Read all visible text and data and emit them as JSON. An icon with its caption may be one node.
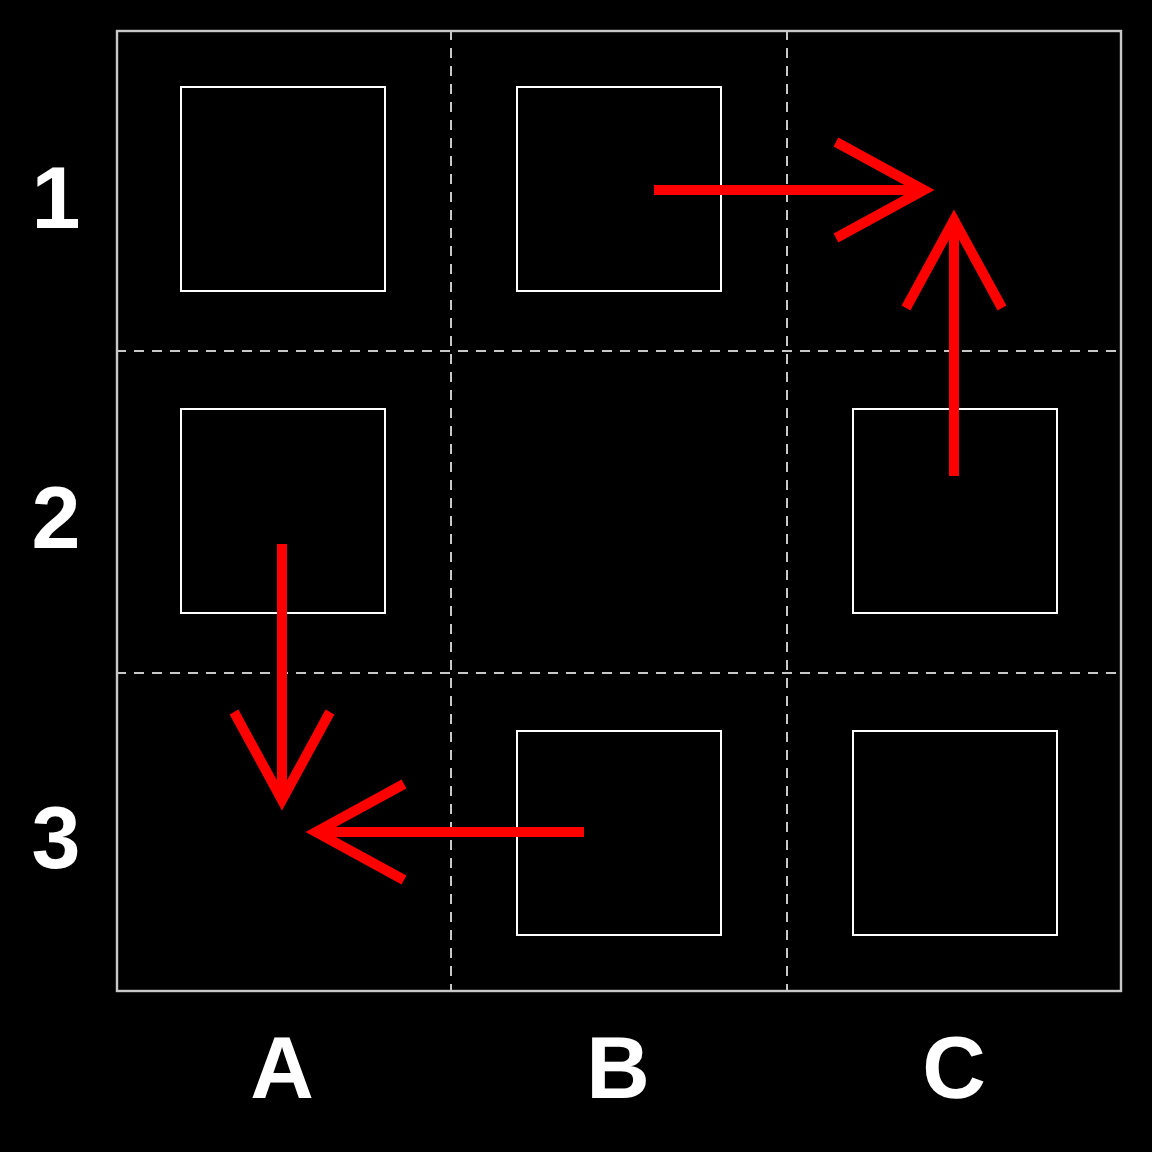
{
  "diagram": {
    "nodes": [
      {
        "text": [],
        "shape": "box"
      },
      {
        "text": [],
        "shape": "box"
      },
      {
        "text": [],
        "shape": "box"
      },
      {
        "text": [],
        "shape": "box"
      },
      {
        "text": [],
        "shape": "box"
      },
      {
        "text": [],
        "shape": "box"
      }
    ],
    "edges": [
      {
        "from": 1,
        "to": null,
        "arrow": "to"
      },
      {
        "from": 3,
        "to": null,
        "arrow": "to"
      },
      {
        "from": 2,
        "to": null,
        "arrow": "to"
      },
      {
        "from": 4,
        "to": null,
        "arrow": "to"
      }
    ],
    "labels": [
      "1",
      "2",
      "3",
      "A",
      "B",
      "C"
    ]
  }
}
